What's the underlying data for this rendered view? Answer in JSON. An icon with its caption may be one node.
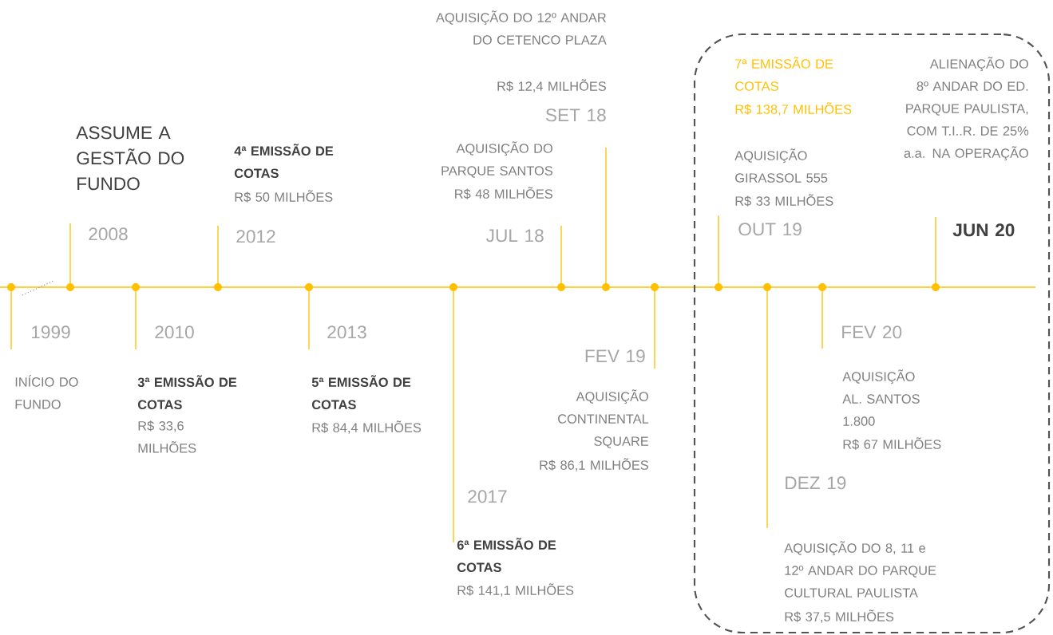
{
  "diagram": {
    "nodes": [
      {
        "text": [],
        "shape": "box"
      }
    ],
    "labels": [
      "1999",
      "INÍCIO DO FUNDO",
      "2008",
      "ASSUME A GESTÃO DO FUNDO",
      "2010",
      "3ª EMISSÃO DE COTAS",
      "R$ 33,6 MILHÕES",
      "2012",
      "4ª EMISSÃO DE COTAS",
      "R$ 50 MILHÕES",
      "2013",
      "5ª EMISSÃO DE COTAS",
      "R$ 84,4 MILHÕES",
      "2017",
      "6ª EMISSÃO DE COTAS",
      "R$ 141,1 MILHÕES",
      "AQUISIÇÃO DO PARQUE SANTOS",
      "R$ 48 MILHÕES",
      "JUL 18",
      "AQUISIÇÃO DO 12º ANDAR DO CETENCO PLAZA",
      "R$ 12,4 MILHÕES",
      "SET 18",
      "FEV 19",
      "AQUISIÇÃO CONTINENTAL SQUARE",
      "R$ 86,1 MILHÕES",
      "7ª EMISSÃO DE COTAS",
      "R$ 138,7 MILHÕES",
      "AQUISIÇÃO GIRASSOL 555",
      "R$ 33 MILHÕES",
      "OUT 19",
      "ALIENAÇÃO DO 8º ANDAR DO ED. PARQUE PAULISTA, COM T.I..R. DE 25% a.a. NA OPERAÇÃO",
      "JUN 20",
      "FEV 20",
      "AQUISIÇÃO AL. SANTOS 1.800",
      "R$ 67 MILHÕES",
      "DEZ 19",
      "AQUISIÇÃO DO 8, 11 e 12º ANDAR DO PARQUE CULTURAL PAULISTA",
      "R$ 37,5 MILHÕES"
    ]
  }
}
